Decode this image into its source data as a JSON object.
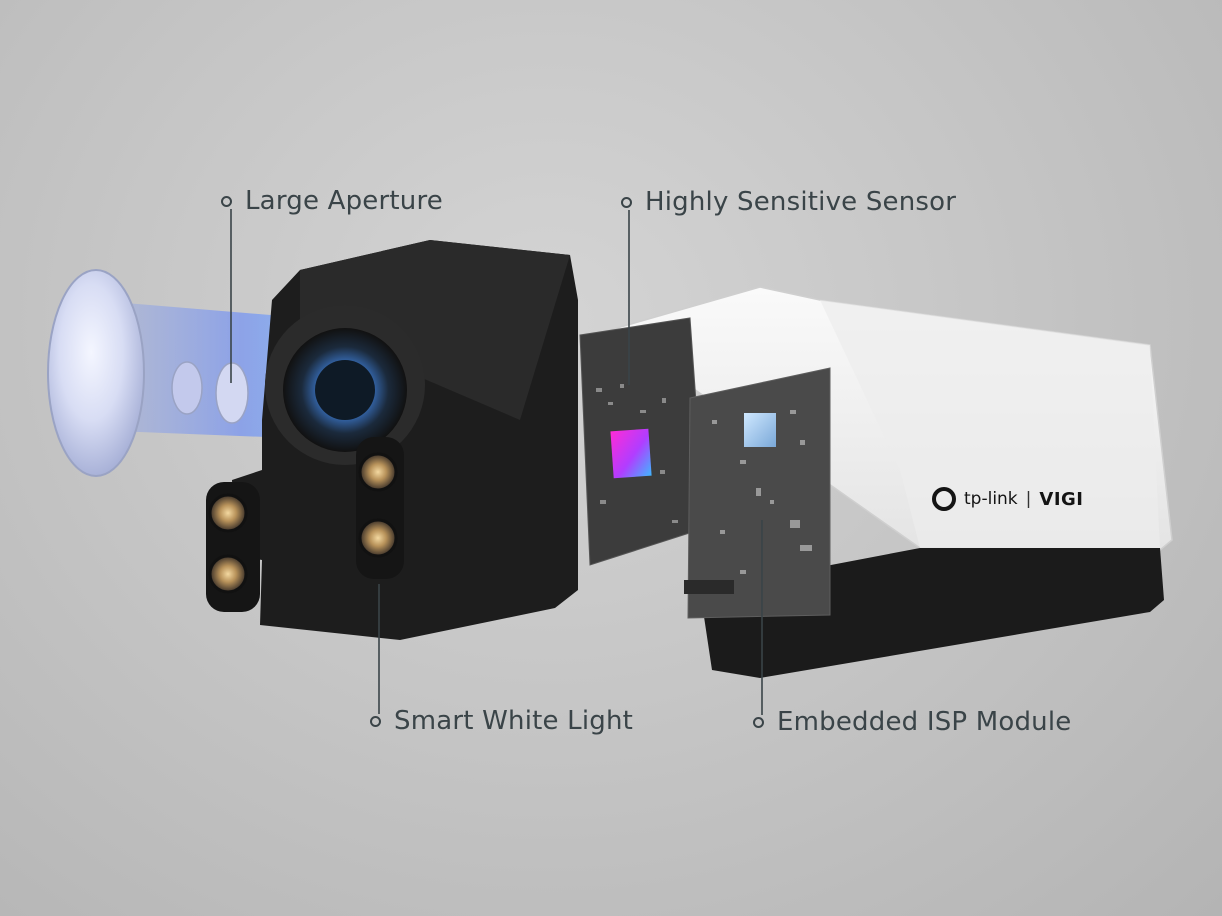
{
  "callouts": {
    "large_aperture": "Large Aperture",
    "sensor": "Highly Sensitive Sensor",
    "white_light": "Smart White Light",
    "isp": "Embedded ISP Module"
  },
  "brand": {
    "name": "tp-link",
    "separator": "|",
    "product": "VIGI"
  },
  "colors": {
    "label_text": "#3a4448",
    "housing_white": "#f4f4f4",
    "housing_black": "#1c1c1c",
    "light_beam": "#4c7cff",
    "sensor_chip": "#e040d8"
  }
}
